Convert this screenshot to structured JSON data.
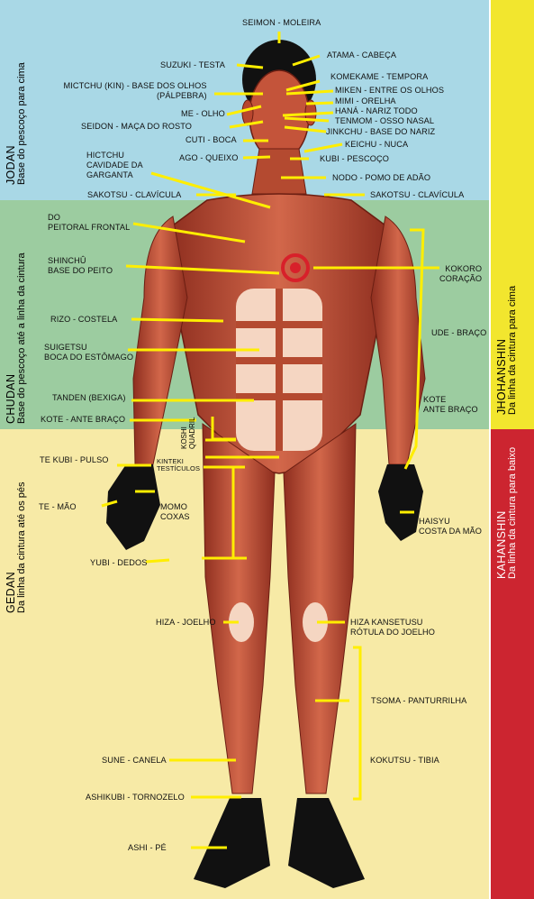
{
  "colors": {
    "jodan_bg": "#a9d8e6",
    "chudan_bg": "#9ccca0",
    "gedan_bg": "#f7eaa6",
    "jhohanshin_band": "#f2e62e",
    "kahanshin_band": "#cc2530",
    "pointer_yellow": "#ffee00",
    "muscle": "#c4543a",
    "skin_dark": "#111111",
    "emblem": "#d8202a"
  },
  "zones": {
    "jodan": {
      "title": "JODAN",
      "subtitle": "Base do pescoço para cima"
    },
    "chudan": {
      "title": "CHUDAN",
      "subtitle": "Base do pescoço até a linha da cintura"
    },
    "gedan": {
      "title": "GEDAN",
      "subtitle": "Da linha da cintura até os pés"
    }
  },
  "bands": {
    "jhohanshin": {
      "title": "JHOHANSHIN",
      "subtitle": "Da linha  da cintura para cima"
    },
    "kahanshin": {
      "title": "KAHANSHIN",
      "subtitle": "Da linha da cintura para baixo"
    }
  },
  "labels": {
    "seimon": "SEIMON - MOLEIRA",
    "atama": "ATAMA - CABEÇA",
    "suzuki": "SUZUKI - TESTA",
    "komekame": "KOMEKAME - TEMPORA",
    "mictchu_1": "MICTCHU (KIN) - BASE DOS OLHOS",
    "mictchu_2": "(PÁLPEBRA)",
    "miken": "MIKEN - ENTRE OS OLHOS",
    "mimi": "MIMI - ORELHA",
    "hana": "HANÁ - NARIZ TODO",
    "me": "ME - OLHO",
    "tenmom": "TENMOM - OSSO NASAL",
    "seidon": "SEIDON - MAÇA DO ROSTO",
    "jinkchu": "JINKCHU - BASE DO NARIZ",
    "cuti": "CUTI - BOCA",
    "keichu": "KEICHU - NUCA",
    "hictchu_1": "HICTCHU",
    "hictchu_2": "CAVIDADE DA",
    "hictchu_3": "GARGANTA",
    "ago": "AGO - QUEIXO",
    "kubi": "KUBI - PESCOÇO",
    "nodo": "NODO - POMO DE ADÃO",
    "sakotsu_l": "SAKOTSU - CLAVÍCULA",
    "sakotsu_r": "SAKOTSU - CLAVÍCULA",
    "peitoral_1": "DO",
    "peitoral_2": "PEITORAL FRONTAL",
    "shinchu_1": "SHINCHÛ",
    "shinchu_2": "BASE DO PEITO",
    "kokoro_1": "KOKORO",
    "kokoro_2": "CORAÇÃO",
    "rizo": "RIZO - COSTELA",
    "ude": "UDE - BRAÇO",
    "suigetsu_1": "SUIGETSU",
    "suigetsu_2": "BOCA DO ESTÔMAGO",
    "tanden": "TANDEN (BEXIGA)",
    "kote_r_1": "KOTE",
    "kote_r_2": "ANTE BRAÇO",
    "kote_l": "KOTE - ANTE BRAÇO",
    "koshi_1": "KOSHI",
    "koshi_2": "QUADRIL",
    "kinteki_1": "KINTEKI",
    "kinteki_2": "TESTÍCULOS",
    "tekubi": "TE KUBI - PULSO",
    "te": "TE - MÃO",
    "momo_1": "MOMO",
    "momo_2": "COXAS",
    "haisyu_1": "HAISYU",
    "haisyu_2": "COSTA DA MÃO",
    "yubi": "YUBI - DEDOS",
    "hiza": "HIZA - JOELHO",
    "hiza_k_1": "HIZA KANSETUSU",
    "hiza_k_2": "RÓTULA DO JOELHO",
    "tsoma": "TSOMA - PANTURRILHA",
    "sune": "SUNE - CANELA",
    "kokutsu": "KOKUTSU - TIBIA",
    "ashikubi": "ASHIKUBI - TORNOZELO",
    "ashi": "ASHI - PÉ"
  }
}
